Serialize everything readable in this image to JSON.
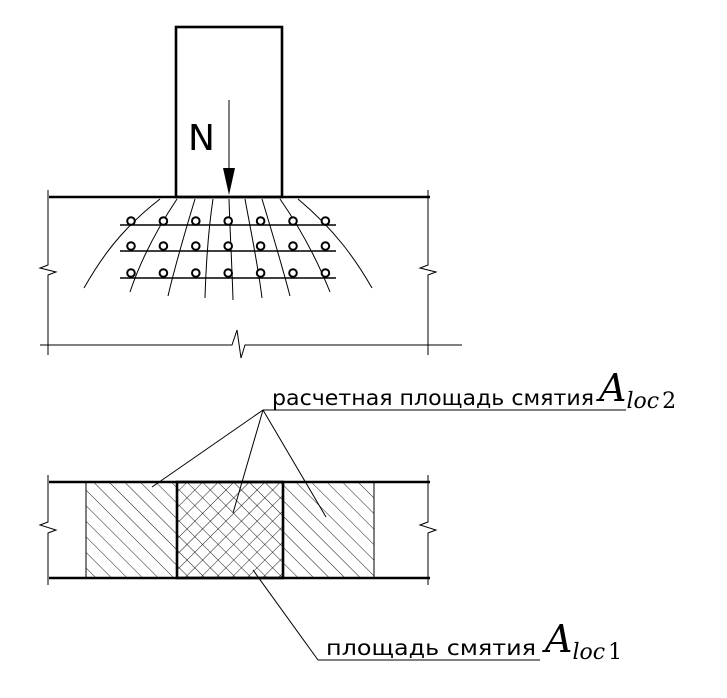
{
  "load_label": "N",
  "label_calc_area": {
    "text": "расчетная площадь смятия",
    "symbol": "A",
    "subscript": "loc",
    "index": "2"
  },
  "label_bearing_area": {
    "text": "площадь смятия",
    "symbol": "A",
    "subscript": "loc",
    "index": "1"
  },
  "rebar": {
    "rows": 3,
    "bars_per_row": 7
  }
}
